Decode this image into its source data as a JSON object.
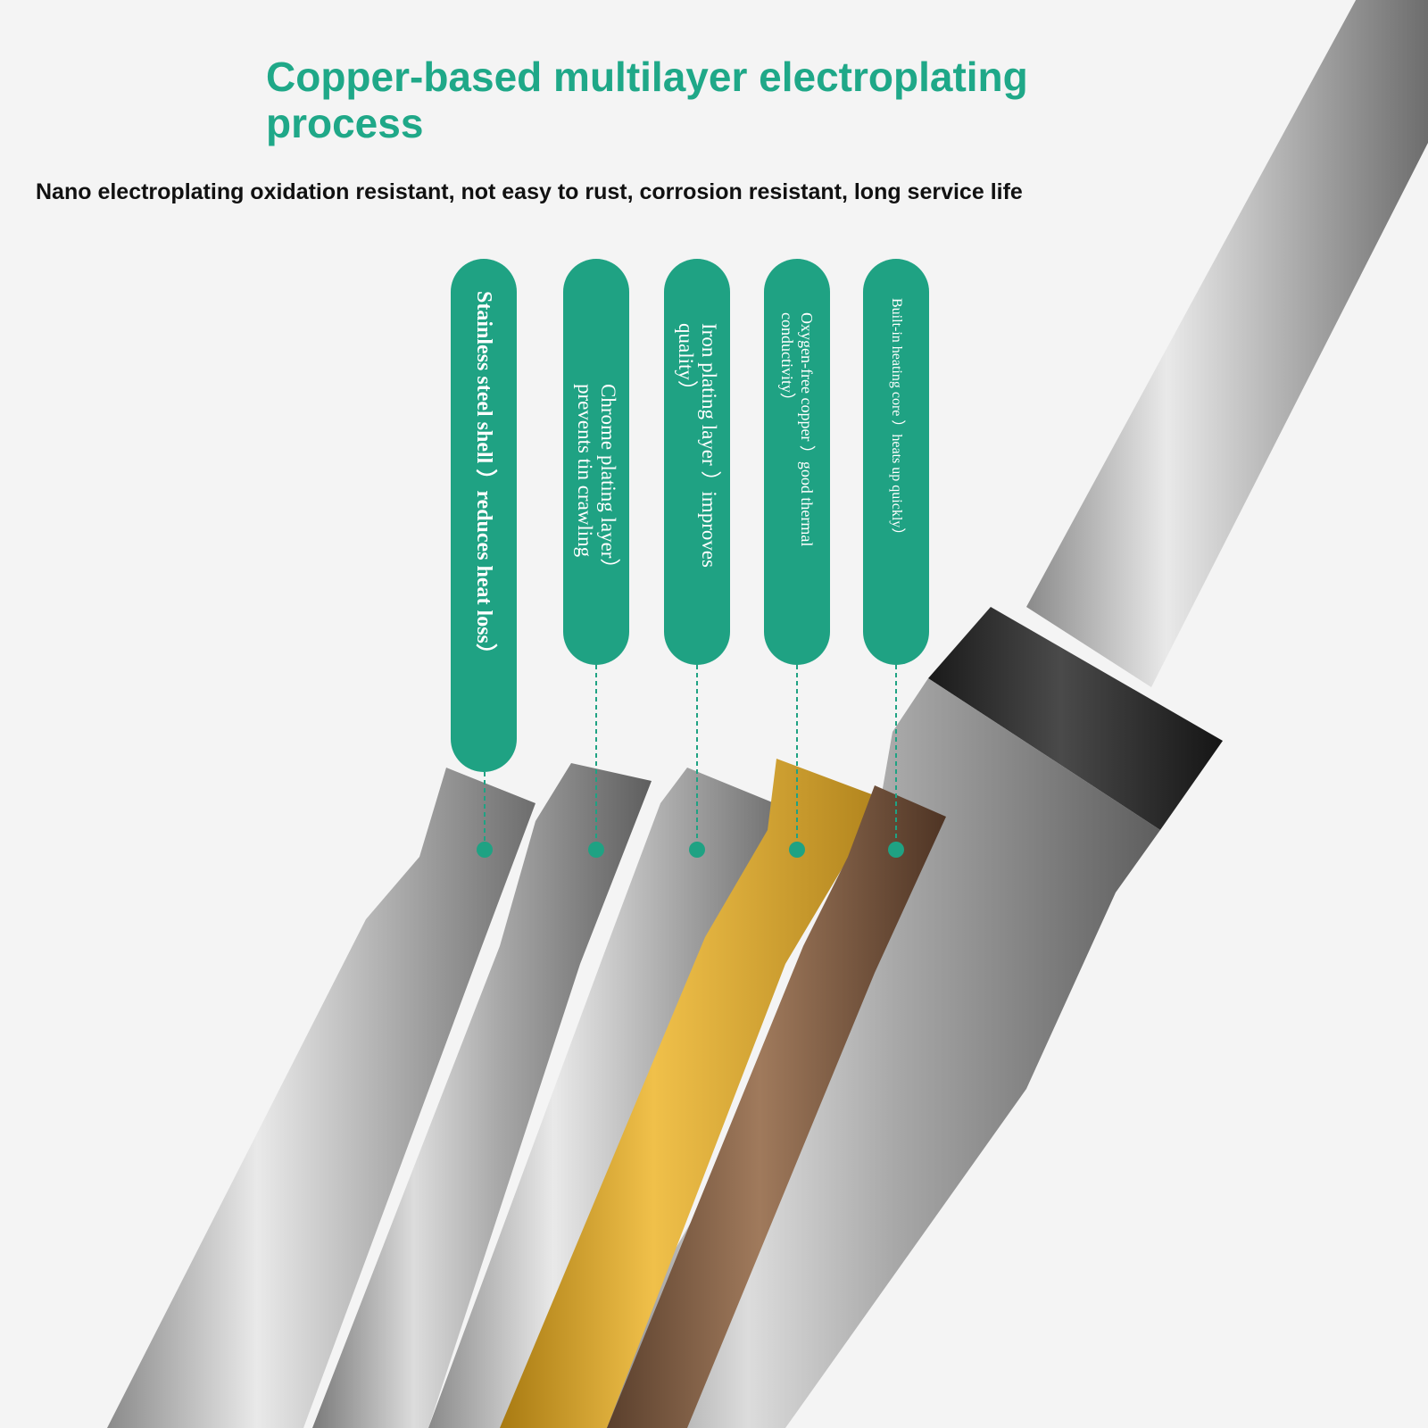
{
  "headline": "Copper-based multilayer electroplating process",
  "subheadline": "Nano electroplating oxidation resistant, not easy to rust, corrosion resistant, long service life",
  "callouts": [
    {
      "label": "Stainless steel shell ︶reduces heat loss︶"
    },
    {
      "label": "Chrome plating layer︶\nprevents tin crawling"
    },
    {
      "label": "Iron plating layer ︶improves\nquality︶"
    },
    {
      "label": "Oxygen-free copper ︶good thermal\nconductivity︶"
    },
    {
      "label": "Built-in heating core ︶heats up quickly︶"
    }
  ],
  "colors": {
    "accent": "#1fa283",
    "copper": "#d4a326",
    "band": "#2a2a2a"
  }
}
